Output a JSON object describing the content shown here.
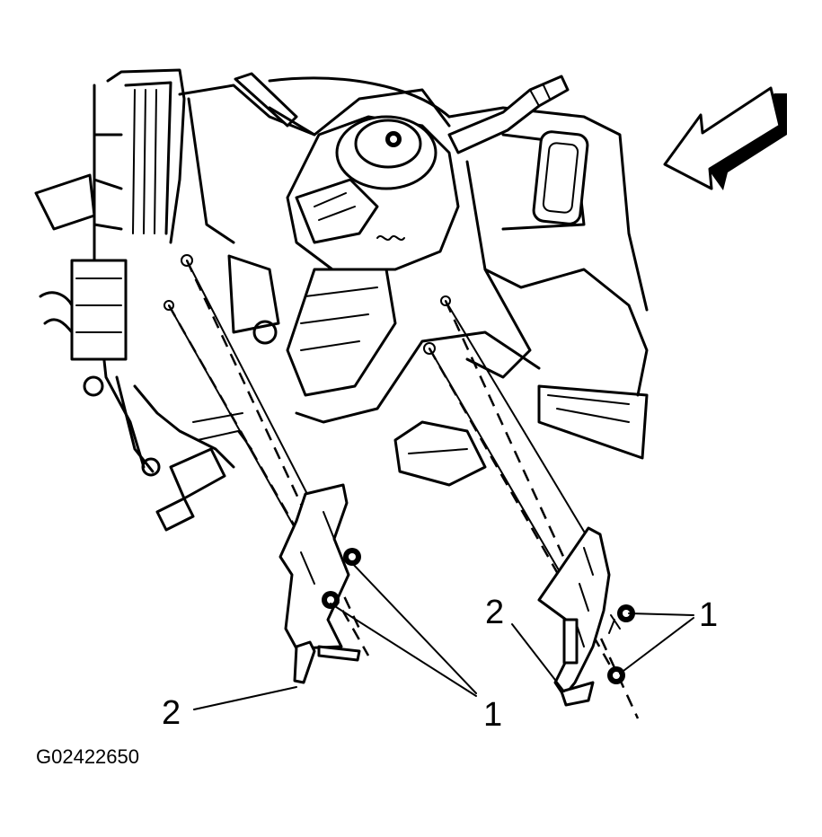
{
  "callouts": {
    "fastener_label": "1",
    "bracket_label": "2"
  },
  "figure_code": "G02422650",
  "icons": {
    "direction_arrow": "view-direction-arrow-icon"
  }
}
